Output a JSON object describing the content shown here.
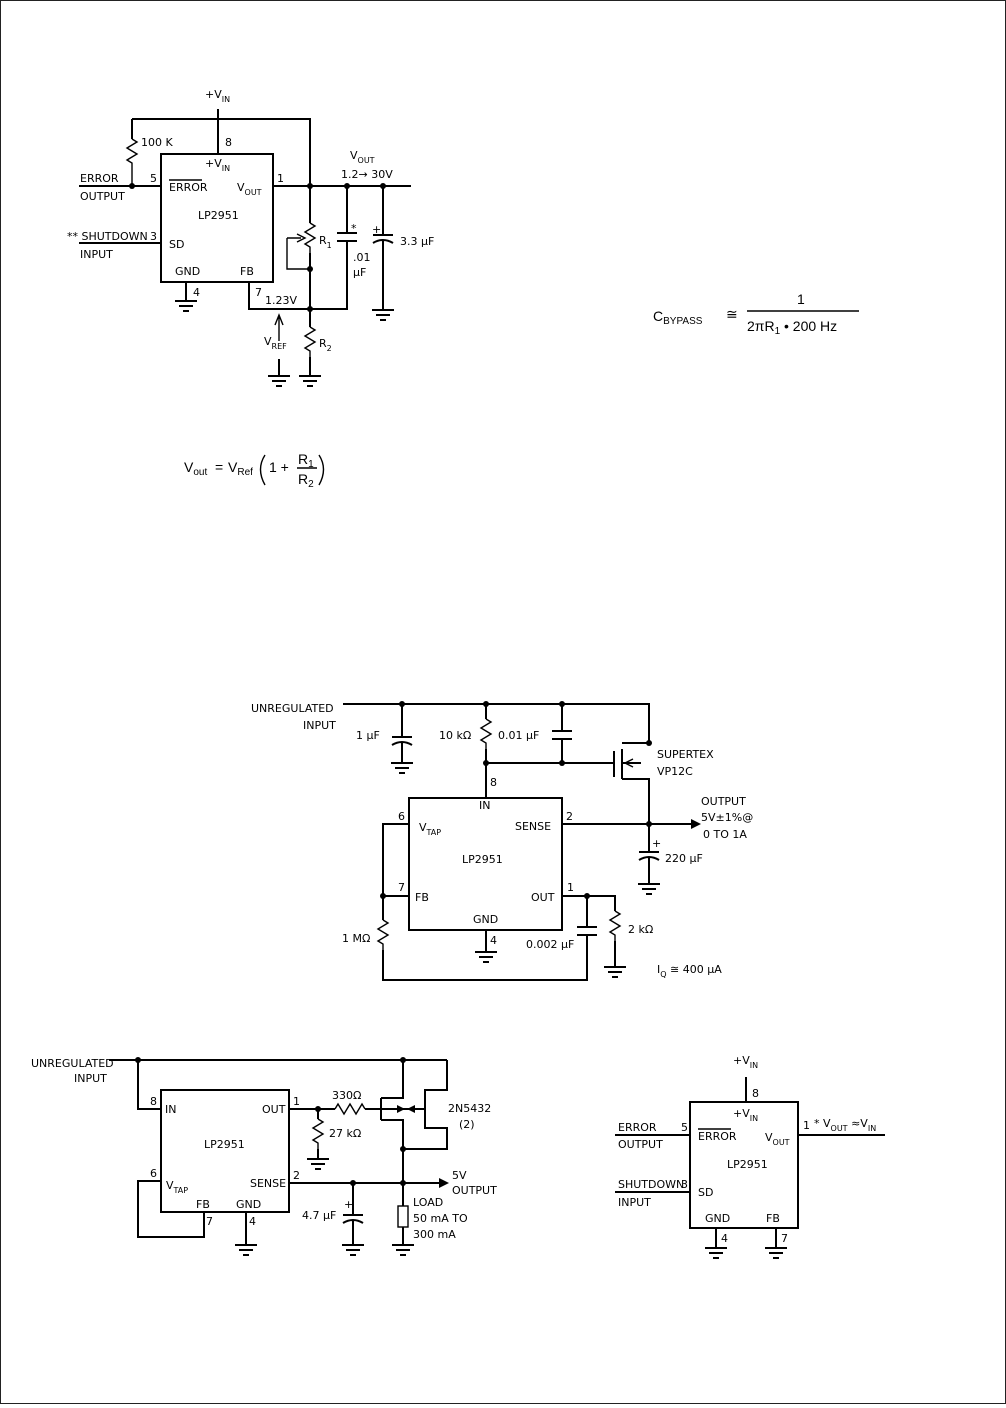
{
  "fig1": {
    "vin": "+V",
    "vin_sub": "IN",
    "r100k": "100 K",
    "pin8": "8",
    "chip_vin": "+V",
    "chip_vin_sub": "IN",
    "error": "ERROR",
    "vout_pin": "V",
    "vout_pin_sub": "OUT",
    "pin1": "1",
    "vout_top": "V",
    "vout_top_sub": "OUT",
    "range": "1.2→ 30V",
    "error_output_1": "ERROR",
    "error_output_2": "OUTPUT",
    "pin5": "5",
    "part": "LP2951",
    "shutdown_stars": "**",
    "shutdown_1": "SHUTDOWN",
    "shutdown_2": "INPUT",
    "pin3": "3",
    "sd": "SD",
    "gnd": "GND",
    "fb": "FB",
    "pin4": "4",
    "pin7": "7",
    "r1": "R",
    "r1_sub": "1",
    "cap_star": "*",
    "cap_val_1": ".01",
    "cap_val_2": "μF",
    "plus": "+",
    "cap33": "3.3 μF",
    "v123": "1.23V",
    "vref": "V",
    "vref_sub": "REF",
    "r2": "R",
    "r2_sub": "2"
  },
  "equations": {
    "cbypass": "C",
    "cbypass_sub": "BYPASS",
    "approx": "≅",
    "num": "1",
    "den": "2πR",
    "den_sub": "1",
    "den_tail": " • 200 Hz",
    "vout": "V",
    "vout_sub": "out",
    "eq": "=",
    "vref": "V",
    "vref_sub": "Ref",
    "one_plus": "1 +",
    "r1": "R",
    "r1_sub": "1",
    "r2": "R",
    "r2_sub": "2"
  },
  "fig2": {
    "unreg_1": "UNREGULATED",
    "unreg_2": "INPUT",
    "c1": "1 μF",
    "r10k": "10 kΩ",
    "c001": "0.01 μF",
    "fet_1": "SUPERTEX",
    "fet_2": "VP12C",
    "pin8": "8",
    "in": "IN",
    "pin6": "6",
    "vtap": "V",
    "vtap_sub": "TAP",
    "sense": "SENSE",
    "pin2": "2",
    "part": "LP2951",
    "out_1": "OUTPUT",
    "out_2": "5V±1%@",
    "out_3": "0 TO 1A",
    "plus": "+",
    "c220": "220 μF",
    "pin7": "7",
    "fb": "FB",
    "out": "OUT",
    "pin1": "1",
    "gnd": "GND",
    "pin4": "4",
    "r1m": "1 MΩ",
    "c0002": "0.002 μF",
    "r2k": "2 kΩ",
    "iq": "I",
    "iq_sub": "Q",
    "iq_val": "≅ 400 μA"
  },
  "fig3": {
    "unreg_1": "UNREGULATED",
    "unreg_2": "INPUT",
    "pin8": "8",
    "in": "IN",
    "out": "OUT",
    "pin1": "1",
    "r330": "330Ω",
    "r27k": "27 kΩ",
    "fet_1": "2N5432",
    "fet_2": "(2)",
    "part": "LP2951",
    "pin6": "6",
    "vtap": "V",
    "vtap_sub": "TAP",
    "sense": "SENSE",
    "pin2": "2",
    "out5v_1": "5V",
    "out5v_2": "OUTPUT",
    "fb": "FB",
    "gnd": "GND",
    "pin7": "7",
    "pin4": "4",
    "plus": "+",
    "c47": "4.7 μF",
    "load_1": "LOAD",
    "load_2": "50 mA  TO",
    "load_3": "300 mA"
  },
  "fig4": {
    "vin": "+V",
    "vin_sub": "IN",
    "pin8": "8",
    "chip_vin": "+V",
    "chip_vin_sub": "IN",
    "error_1": "ERROR",
    "error_2": "OUTPUT",
    "pin5": "5",
    "error": "ERROR",
    "vout": "V",
    "vout_sub": "OUT",
    "pin1": "1",
    "star": "*",
    "vout_out": "V",
    "vout_out_sub": "OUT",
    "approx": "≈V",
    "approx_sub": "IN",
    "part": "LP2951",
    "shutdown_1": "SHUTDOWN",
    "shutdown_2": "INPUT",
    "pin3": "3",
    "sd": "SD",
    "gnd": "GND",
    "fb": "FB",
    "pin4": "4",
    "pin7": "7"
  }
}
